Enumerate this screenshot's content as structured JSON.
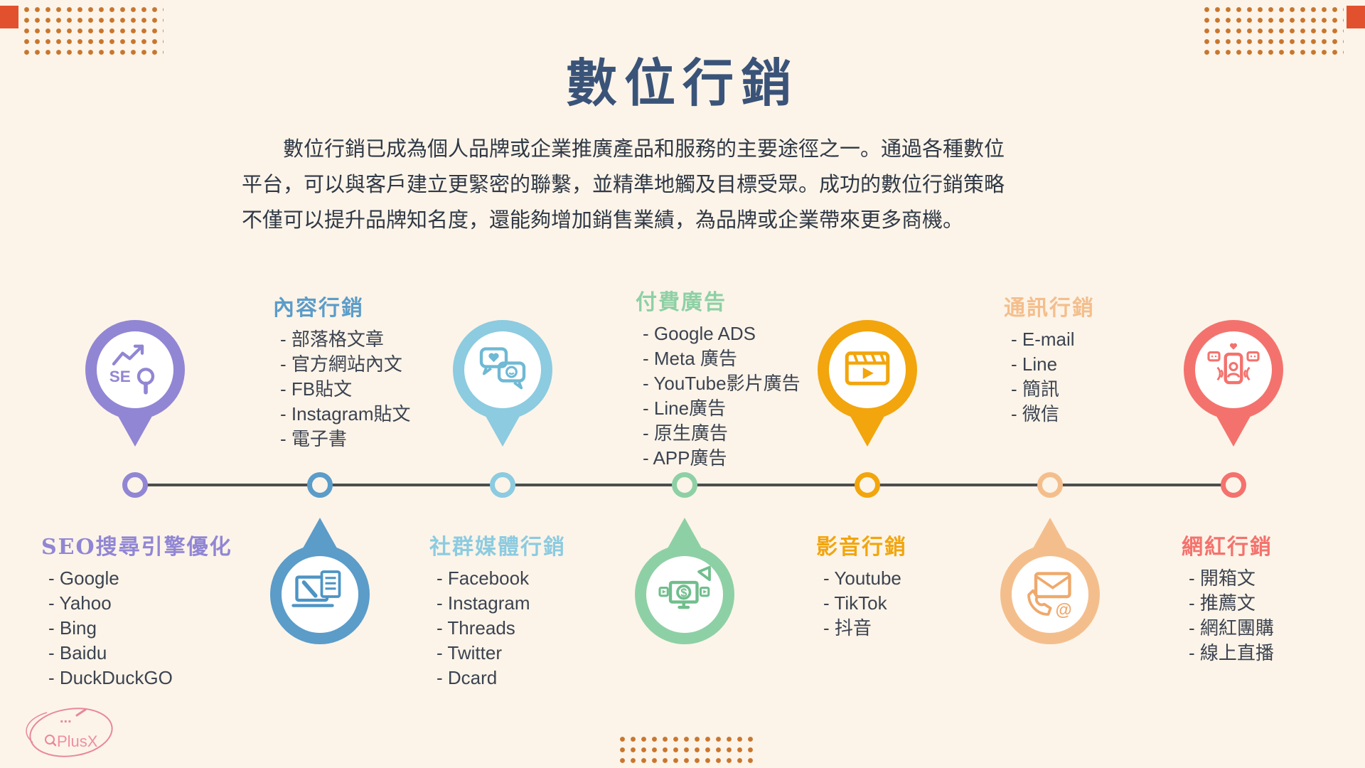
{
  "page": {
    "title": "數位行銷",
    "intro_lines": [
      "數位行銷已成為個人品牌或企業推廣產品和服務的主要途徑之一。通過各種數位",
      "平台，可以與客戶建立更緊密的聯繫，並精準地觸及目標受眾。成功的數位行銷策略",
      "不僅可以提升品牌知名度，還能夠增加銷售業績，為品牌或企業帶來更多商機。"
    ]
  },
  "colors": {
    "background": "#FCF4E9",
    "title_text": "#3A5378",
    "body_text": "#2F3845",
    "list_text": "#3C4350",
    "timeline_line": "#4D4D4D",
    "dot_pattern": "#C8762E",
    "corner_square": "#E2512D",
    "logo_pink": "#E8889A"
  },
  "timeline": {
    "nodes": [
      {
        "title": "SEO搜尋引擎優化",
        "color": "#9186D4",
        "icon": "seo-magnifier-icon",
        "pin_side": "above",
        "items": [
          "- Google",
          "- Yahoo",
          "- Bing",
          "- Baidu",
          "- DuckDuckGO"
        ]
      },
      {
        "title": "內容行銷",
        "color": "#5B9CC9",
        "icon": "laptop-writing-icon",
        "pin_side": "below",
        "items": [
          "- 部落格文章",
          "- 官方網站內文",
          "- FB貼文",
          "- Instagram貼文",
          "- 電子書"
        ]
      },
      {
        "title": "社群媒體行銷",
        "color": "#8CCBE0",
        "icon": "chat-bubbles-icon",
        "pin_side": "above",
        "items": [
          "- Facebook",
          "- Instagram",
          "- Threads",
          "- Twitter",
          "- Dcard"
        ]
      },
      {
        "title": "付費廣告",
        "color": "#8ED0A5",
        "icon": "ads-monitor-icon",
        "pin_side": "below",
        "items": [
          "- Google  ADS",
          "- Meta 廣告",
          "- YouTube影片廣告",
          "- Line廣告",
          "- 原生廣告",
          "- APP廣告"
        ]
      },
      {
        "title": "影音行銷",
        "color": "#F2A50C",
        "icon": "video-clapper-icon",
        "pin_side": "above",
        "items": [
          "- Youtube",
          "- TikTok",
          "- 抖音"
        ]
      },
      {
        "title": "通訊行銷",
        "color": "#F4BE8C",
        "icon": "phone-mail-icon",
        "pin_side": "below",
        "items": [
          "- E-mail",
          "- Line",
          "- 簡訊",
          "- 微信"
        ]
      },
      {
        "title": "網紅行銷",
        "color": "#F4726D",
        "icon": "influencer-phone-icon",
        "pin_side": "above",
        "items": [
          "- 開箱文",
          "- 推薦文",
          "- 網紅團購",
          "- 線上直播"
        ]
      }
    ]
  },
  "logo": {
    "text": "PlusX",
    "dots": "..."
  }
}
